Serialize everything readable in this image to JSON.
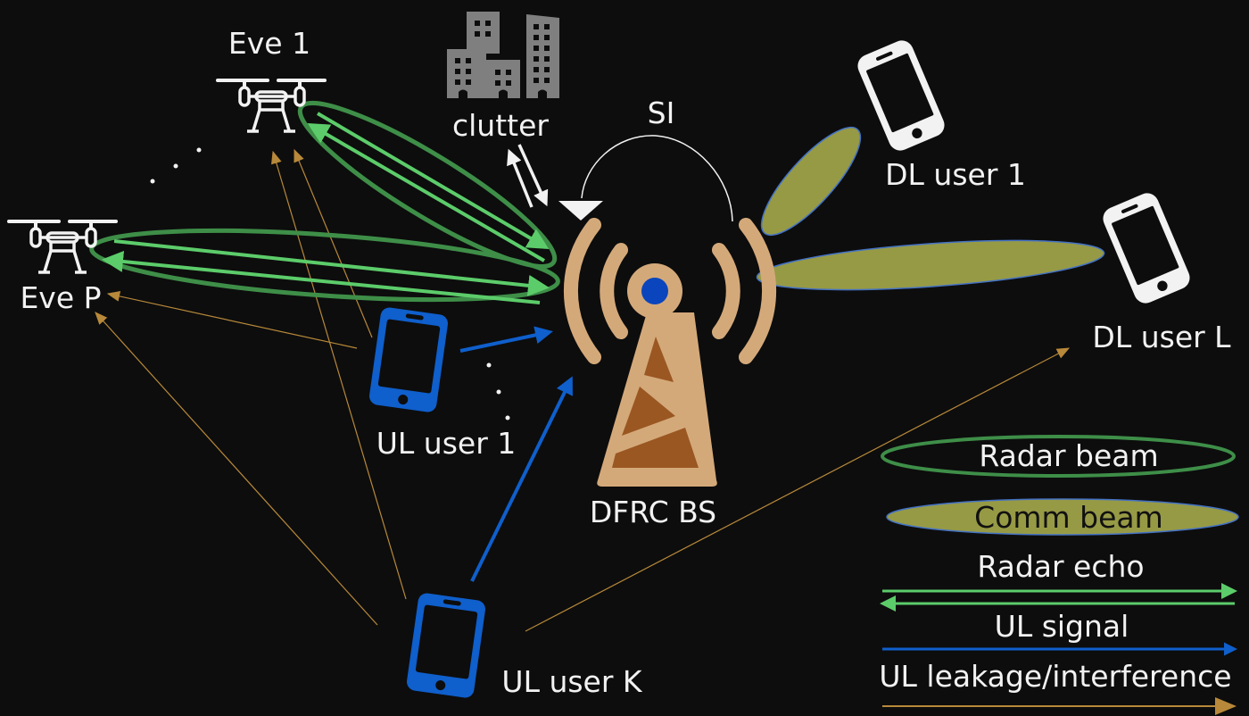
{
  "diagram": {
    "title": "DFRC BS with uplink/downlink users, eavesdroppers and clutter",
    "colors": {
      "background": "#0d0d0d",
      "radar_beam_outline": "#3e8e48",
      "radar_echo": "#5ccc6a",
      "comm_beam_fill": "#979a45",
      "comm_beam_outline": "#4472c4",
      "ul_signal": "#0f5fcc",
      "ul_phone": "#0f5fcc",
      "ul_leakage": "#b8893a",
      "tower_light": "#d4a97a",
      "tower_dark": "#9a5722",
      "tower_dot": "#0a45bd",
      "clutter_building": "#7f7f7f",
      "white_elements": "#f2f2f2"
    },
    "nodes": {
      "base_station": {
        "label": "DFRC BS",
        "icon": "radio-tower-icon"
      },
      "eve_1": {
        "label": "Eve 1",
        "icon": "drone-icon"
      },
      "eve_p": {
        "label": "Eve P",
        "icon": "drone-icon"
      },
      "clutter": {
        "label": "clutter",
        "icon": "buildings-icon"
      },
      "self_interference": {
        "label": "SI"
      },
      "dl_user_1": {
        "label": "DL user 1",
        "icon": "smartphone-icon"
      },
      "dl_user_l": {
        "label": "DL user L",
        "icon": "smartphone-icon"
      },
      "ul_user_1": {
        "label": "UL user 1",
        "icon": "smartphone-icon"
      },
      "ul_user_k": {
        "label": "UL user K",
        "icon": "smartphone-icon"
      }
    },
    "ellipsis_markers": [
      "eavesdroppers-ellipsis",
      "ul-users-ellipsis"
    ]
  },
  "legend": {
    "items": [
      {
        "label": "Radar beam",
        "kind": "radar-beam"
      },
      {
        "label": "Comm beam",
        "kind": "comm-beam"
      },
      {
        "label": "Radar echo",
        "kind": "radar-echo"
      },
      {
        "label": "UL signal",
        "kind": "ul-signal"
      },
      {
        "label": "UL leakage/interference",
        "kind": "ul-leakage"
      }
    ]
  }
}
